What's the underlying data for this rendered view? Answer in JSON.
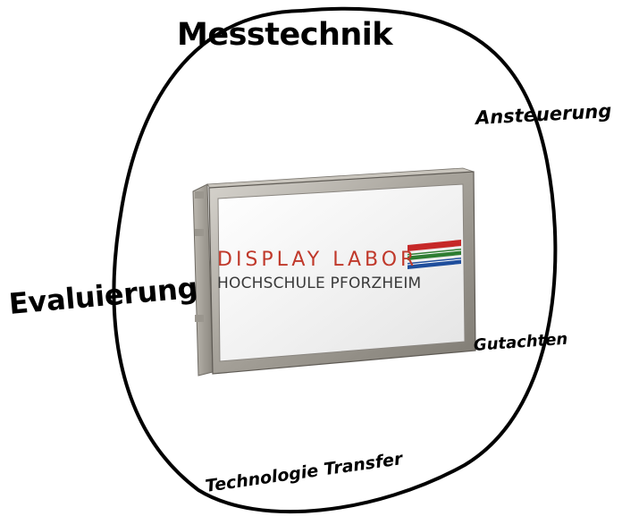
{
  "diagram": {
    "title": "Messtechnik",
    "labels": {
      "ansteuerung": "Ansteuerung",
      "evaluierung": "Evaluierung",
      "gutachten": "Gutachten",
      "technologie_transfer": "Technologie Transfer"
    },
    "display_logo": {
      "line1": "DISPLAY LABOR",
      "line2": "HOCHSCHULE PFORZHEIM",
      "stripe_colors": [
        "#c62828",
        "#2e7d32",
        "#1f4e9c"
      ]
    },
    "colors": {
      "circle": "#000000",
      "frame": "#9a9690",
      "screen": "#f4f4f4"
    }
  }
}
